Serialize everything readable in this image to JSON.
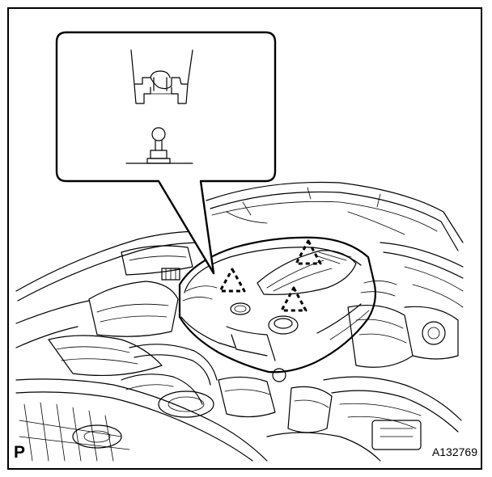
{
  "diagram": {
    "page_mark": "P",
    "figure_id": "A132769",
    "callout_subjects": [
      "clip-socket-icon",
      "ball-stud-icon"
    ],
    "marked_clip_locations": 3
  }
}
